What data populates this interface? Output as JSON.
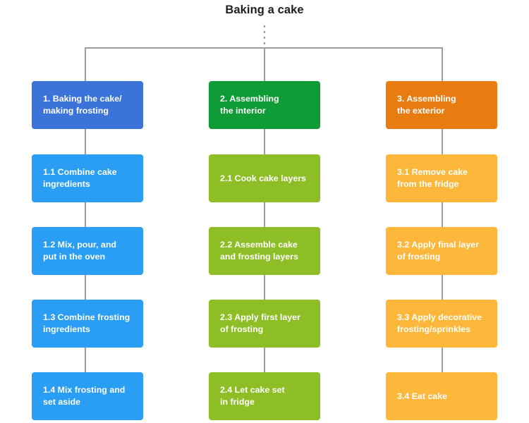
{
  "diagram": {
    "title": "Baking a cake",
    "type": "work-breakdown-structure",
    "title_connector": "dashed",
    "connector_color": "#9b9b9b",
    "background": "#ffffff",
    "branches": [
      {
        "id": "1",
        "header_color": "#3b73d8",
        "item_color": "#2a9df4",
        "header": "1. Baking the cake/\nmaking frosting",
        "items": [
          "1.1 Combine cake\ningredients",
          "1.2 Mix, pour, and\nput in the oven",
          "1.3 Combine frosting\ningredients",
          "1.4 Mix frosting and\nset aside"
        ]
      },
      {
        "id": "2",
        "header_color": "#0f9b35",
        "item_color": "#8dbe26",
        "header": "2. Assembling\nthe interior",
        "items": [
          "2.1 Cook cake layers",
          "2.2 Assemble cake\nand frosting layers",
          "2.3 Apply first layer\nof frosting",
          "2.4 Let cake set\nin fridge"
        ]
      },
      {
        "id": "3",
        "header_color": "#e87d० 0",
        "header_color_fixed": "#e87c10",
        "item_color": "#fdb73b",
        "header": "3. Assembling\nthe exterior",
        "items": [
          "3.1 Remove cake\nfrom the fridge",
          "3.2 Apply final layer\nof frosting",
          "3.3 Apply decorative\nfrosting/sprinkles",
          "3.4 Eat cake"
        ]
      }
    ]
  }
}
